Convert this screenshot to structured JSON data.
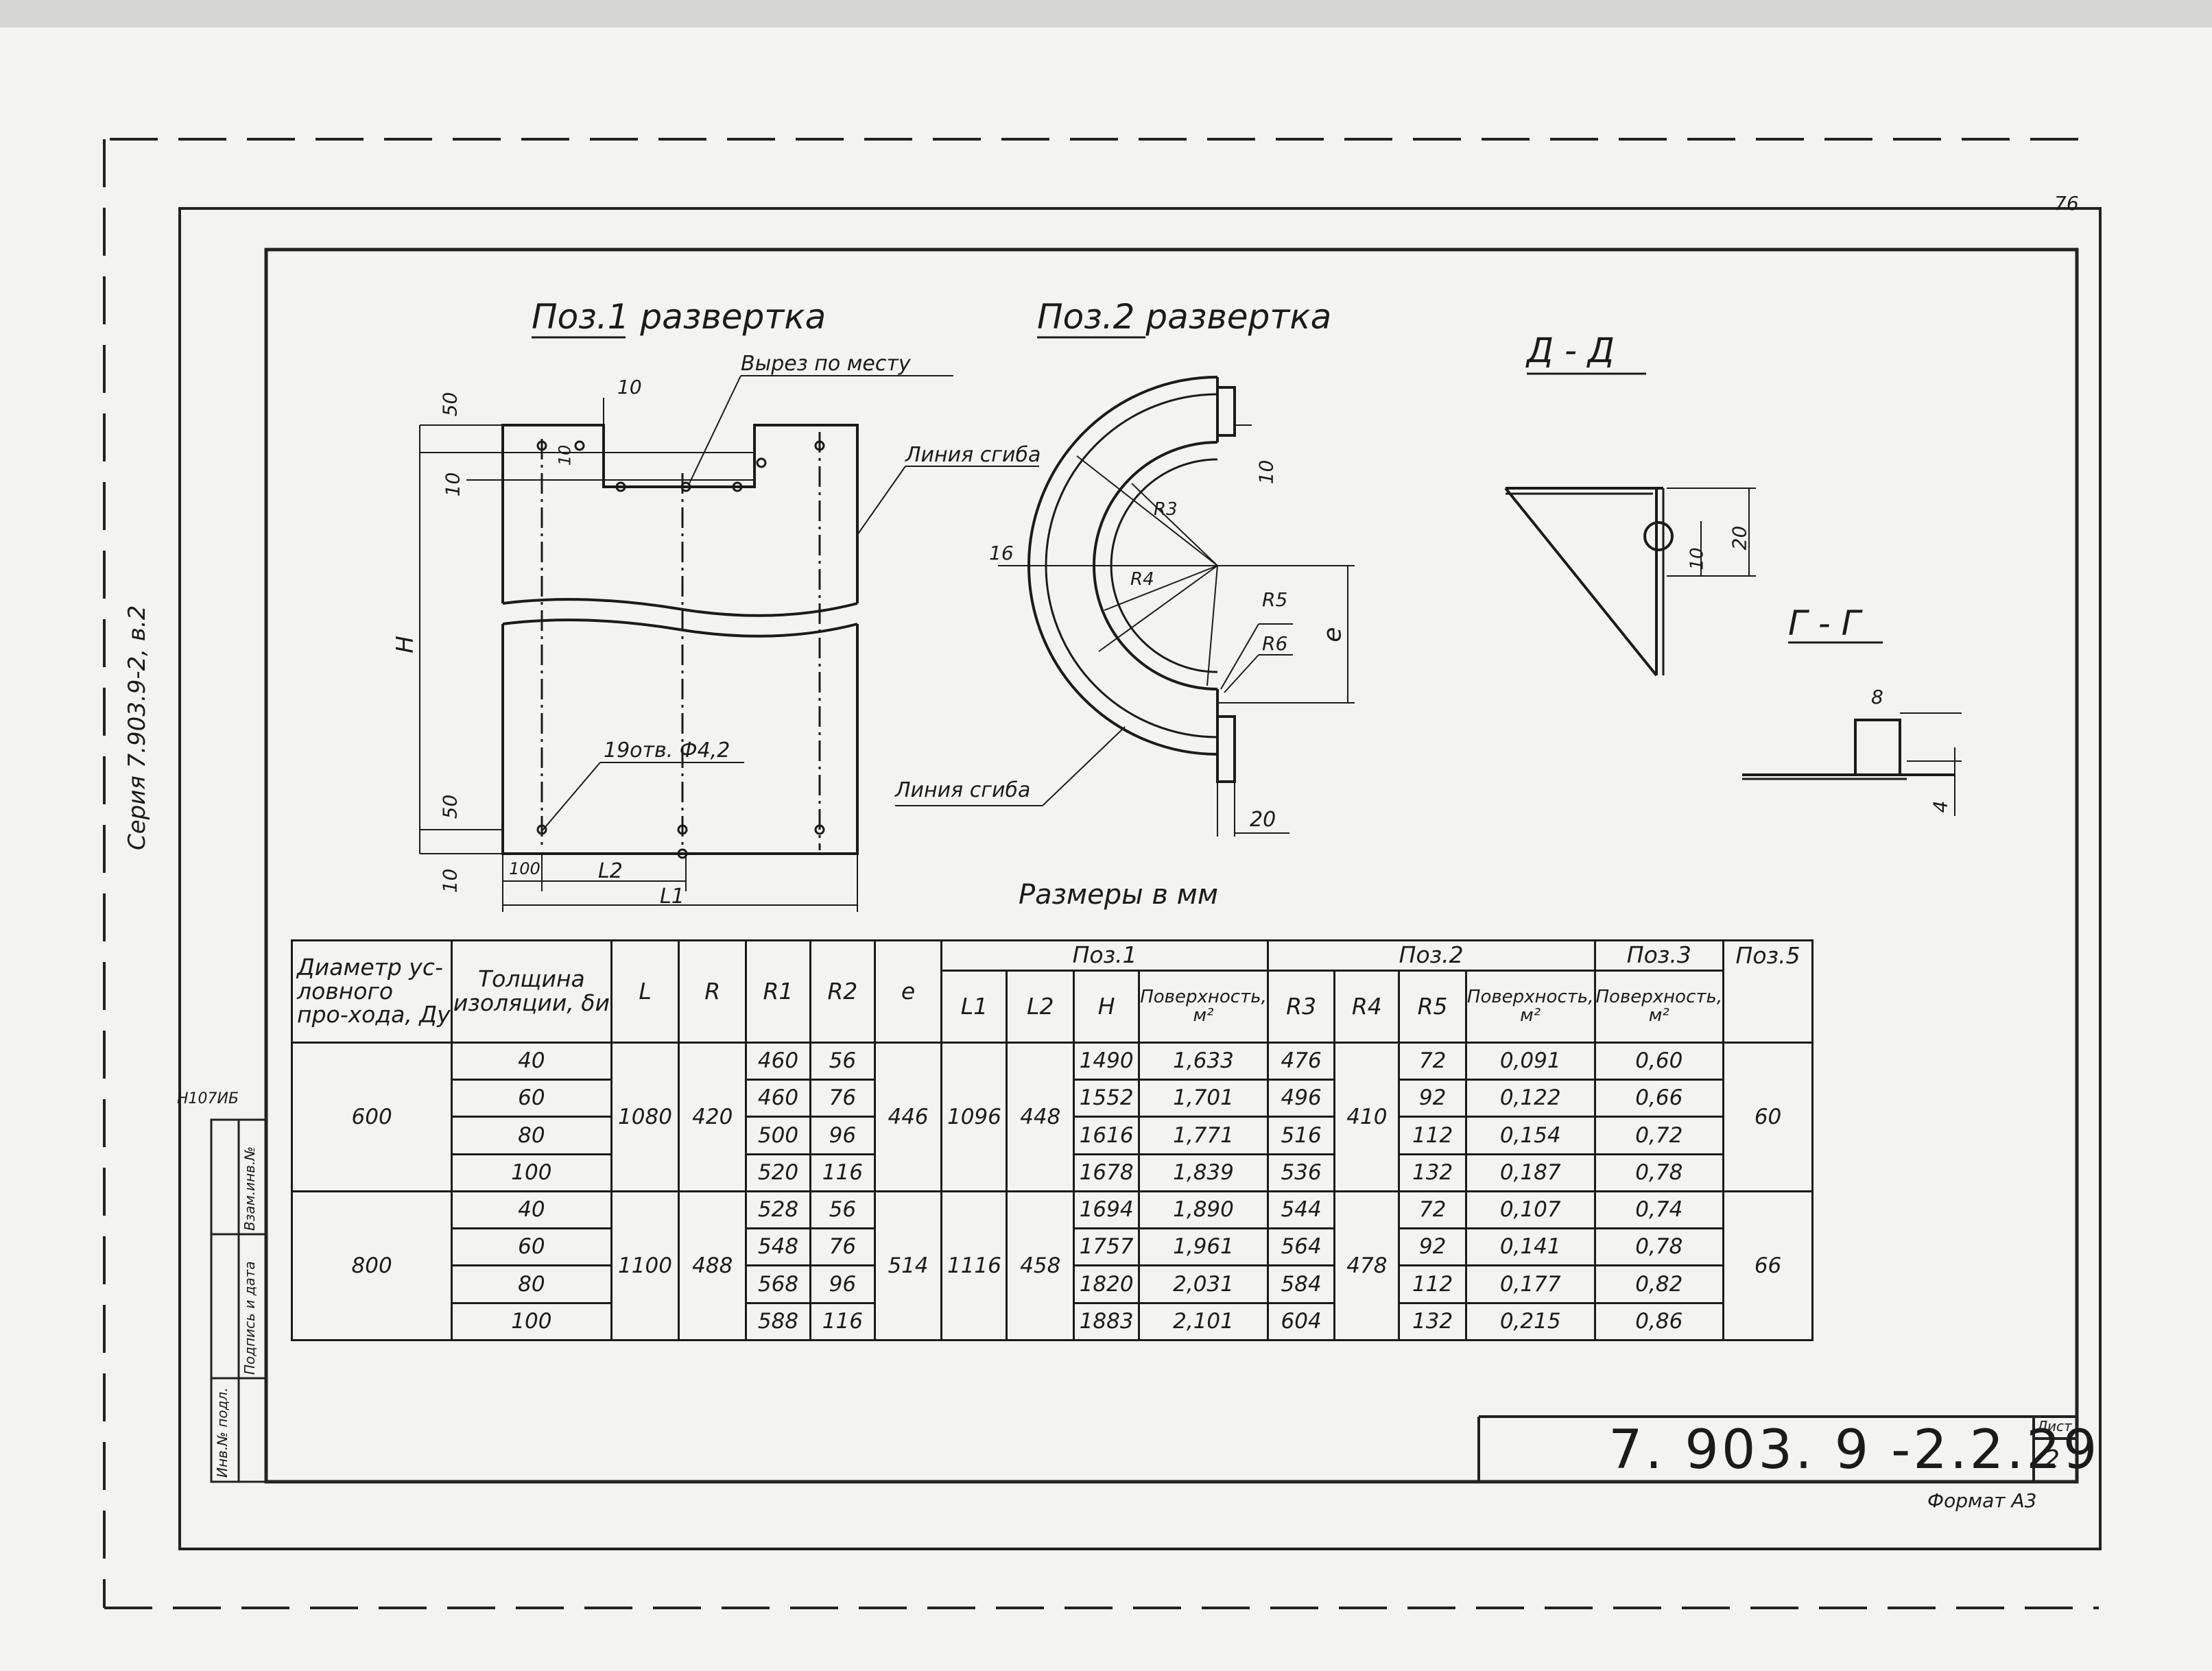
{
  "document": {
    "series_label": "Серия 7.903.9-2, в.2",
    "page_marker": "76",
    "format": "Формат А3",
    "sheet_label": "Лист",
    "sheet_number": "2",
    "code": "7. 903. 9 -2.2.29",
    "units_note": "Размеры в мм",
    "inventory_code": "Н107ИБ"
  },
  "stamp_fields": [
    "Инв.№ подл.",
    "Подпись и дата",
    "Взам.инв.№"
  ],
  "drawings": {
    "pos1": {
      "title": "Поз.1 развертка",
      "cut_label": "Вырез по месту",
      "bend_label": "Линия сгиба",
      "holes_label": "19отв. Ф4,2",
      "dims": {
        "d50_top": "50",
        "d10_left": "10",
        "d10_top": "10",
        "d10_mid": "10",
        "height": "Н",
        "d50_bottom": "50",
        "d10_bottom": "10",
        "d100": "100",
        "l2": "L2",
        "l1": "L1"
      }
    },
    "pos2": {
      "title": "Поз.2 развертка",
      "bend_label": "Линия сгиба",
      "dims": {
        "d16": "16",
        "r3": "R3",
        "r4": "R4",
        "r5": "R5",
        "r6": "R6",
        "e": "е",
        "d10": "10",
        "d20": "20"
      }
    },
    "section_dd": {
      "title": "Д - Д",
      "d10": "10",
      "d20": "20"
    },
    "section_gg": {
      "title": "Г - Г",
      "d8": "8",
      "d4": "4"
    }
  },
  "table": {
    "headers": {
      "diameter": "Диаметр ус-ловного про-хода, Ду",
      "thickness": "Толщина изоляции, δи",
      "L": "L",
      "R": "R",
      "R1": "R1",
      "R2": "R2",
      "e": "е",
      "pos1": "Поз.1",
      "pos2": "Поз.2",
      "pos3": "Поз.3",
      "pos5": "Поз.5",
      "L1": "L1",
      "L2": "L2",
      "H": "Н",
      "surface": "Поверхность, м²",
      "R3": "R3",
      "R4": "R4",
      "R5": "R5"
    },
    "groups": [
      {
        "diameter": "600",
        "L": "1080",
        "R": "420",
        "e": "446",
        "L1": "1096",
        "L2": "448",
        "R4": "410",
        "pos5": "60",
        "rows": [
          {
            "thickness": "40",
            "R1": "460",
            "R2": "56",
            "H": "1490",
            "S1": "1,633",
            "R3": "476",
            "R5": "72",
            "S2": "0,091",
            "S3": "0,60"
          },
          {
            "thickness": "60",
            "R1": "460",
            "R2": "76",
            "H": "1552",
            "S1": "1,701",
            "R3": "496",
            "R5": "92",
            "S2": "0,122",
            "S3": "0,66"
          },
          {
            "thickness": "80",
            "R1": "500",
            "R2": "96",
            "H": "1616",
            "S1": "1,771",
            "R3": "516",
            "R5": "112",
            "S2": "0,154",
            "S3": "0,72"
          },
          {
            "thickness": "100",
            "R1": "520",
            "R2": "116",
            "H": "1678",
            "S1": "1,839",
            "R3": "536",
            "R5": "132",
            "S2": "0,187",
            "S3": "0,78"
          }
        ]
      },
      {
        "diameter": "800",
        "L": "1100",
        "R": "488",
        "e": "514",
        "L1": "1116",
        "L2": "458",
        "R4": "478",
        "pos5": "66",
        "rows": [
          {
            "thickness": "40",
            "R1": "528",
            "R2": "56",
            "H": "1694",
            "S1": "1,890",
            "R3": "544",
            "R5": "72",
            "S2": "0,107",
            "S3": "0,74"
          },
          {
            "thickness": "60",
            "R1": "548",
            "R2": "76",
            "H": "1757",
            "S1": "1,961",
            "R3": "564",
            "R5": "92",
            "S2": "0,141",
            "S3": "0,78"
          },
          {
            "thickness": "80",
            "R1": "568",
            "R2": "96",
            "H": "1820",
            "S1": "2,031",
            "R3": "584",
            "R5": "112",
            "S2": "0,177",
            "S3": "0,82"
          },
          {
            "thickness": "100",
            "R1": "588",
            "R2": "116",
            "H": "1883",
            "S1": "2,101",
            "R3": "604",
            "R5": "132",
            "S2": "0,215",
            "S3": "0,86"
          }
        ]
      }
    ]
  }
}
